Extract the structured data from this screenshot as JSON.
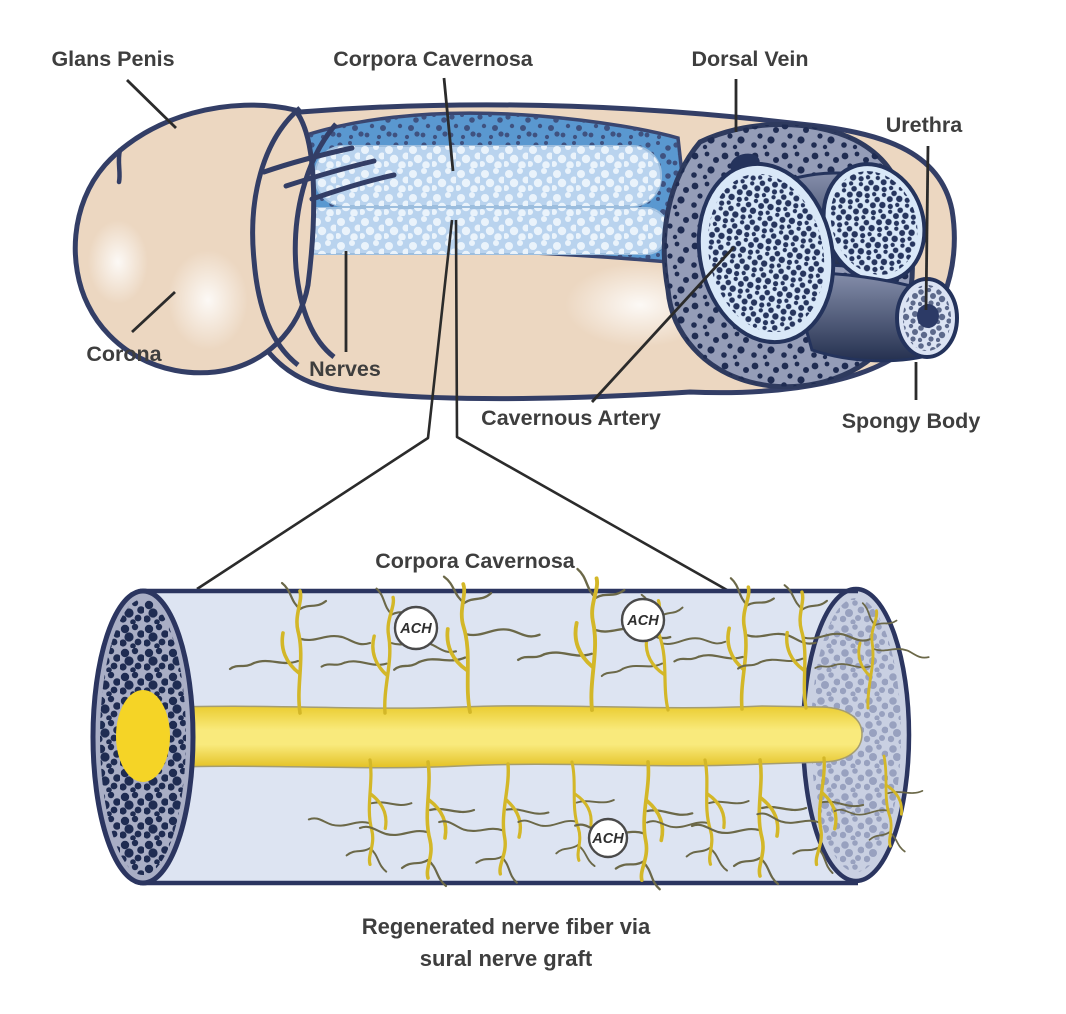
{
  "figure": {
    "type": "anatomical-diagram",
    "labels": {
      "glans_penis": "Glans Penis",
      "corpora_cavernosa": "Corpora Cavernosa",
      "dorsal_vein": "Dorsal Vein",
      "urethra": "Urethra",
      "corona": "Corona",
      "nerves": "Nerves",
      "cavernous_artery": "Cavernous Artery",
      "spongy_body": "Spongy Body"
    },
    "inset": {
      "title": "Corpora Cavernosa",
      "ach": "ACH",
      "caption_line1": "Regenerated nerve fiber via",
      "caption_line2": "sural nerve graft"
    },
    "colors": {
      "skin": "#ecd7c1",
      "outline_navy": "#333e66",
      "band_blue": "#5a98d0",
      "lobe_blue": "#b9d3ee",
      "speckle_navy": "#263360",
      "ring_gray": "#959db8",
      "section_light": "#d9e8f8",
      "cylinder_body": "#dde4f2",
      "cap_left": "#a9aec5",
      "cap_right": "#c9d0e2",
      "fiber_yellow": "#f2d02a",
      "branch_yellow": "#d3b728",
      "branch_dark": "#6b6848",
      "label_text": "#3e3e3e"
    }
  }
}
